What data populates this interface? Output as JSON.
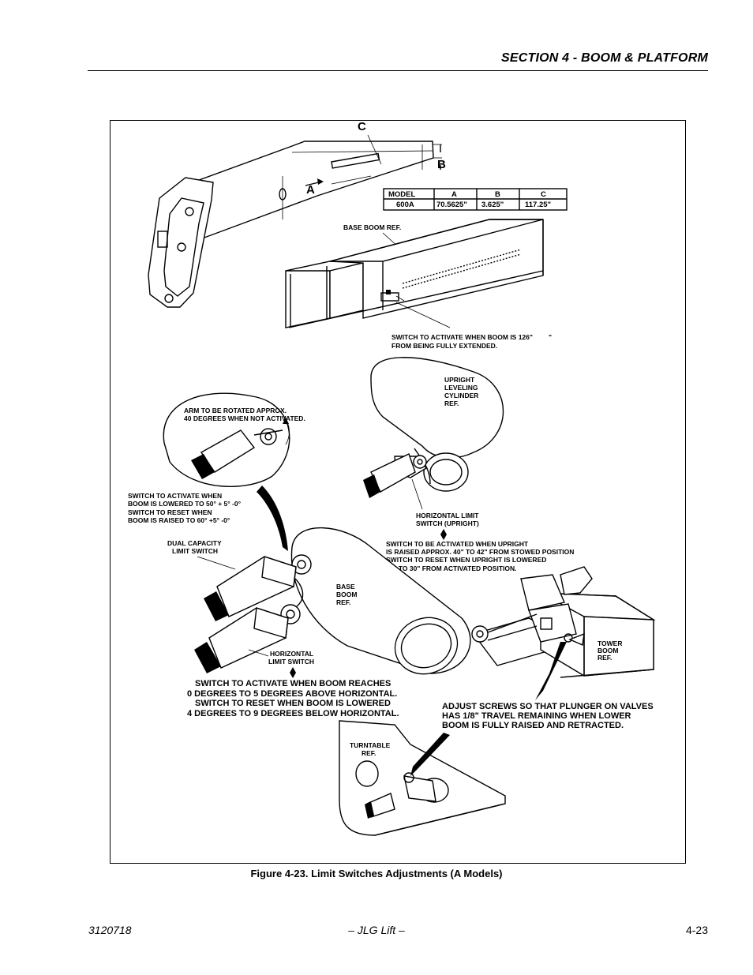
{
  "header": {
    "section_title": "SECTION 4 - BOOM & PLATFORM"
  },
  "figure": {
    "letters": {
      "a": "A",
      "b": "B",
      "c": "C"
    },
    "table": {
      "headers": [
        "MODEL",
        "A",
        "B",
        "C"
      ],
      "row": [
        "600A",
        "70.5625\"",
        "3.625\"",
        "117.25\""
      ]
    },
    "labels": {
      "base_boom_ref": "BASE BOOM REF.",
      "switch_extended_1": "SWITCH TO ACTIVATE WHEN BOOM IS 126\"",
      "switch_extended_1b": "\"",
      "switch_extended_2": "FROM BEING FULLY EXTENDED.",
      "upright_1": "UPRIGHT",
      "upright_2": "LEVELING",
      "upright_3": "CYLINDER",
      "upright_4": "REF.",
      "arm_1": "ARM TO BE ROTATED APPROX.",
      "arm_2": "40 DEGREES WHEN NOT ACTIVATED.",
      "dual_activate_1": "SWITCH TO ACTIVATE WHEN",
      "dual_activate_2": "BOOM IS LOWERED TO 50° + 5°  -0°",
      "dual_activate_3": "SWITCH TO RESET WHEN",
      "dual_activate_4": "BOOM IS RAISED TO 60°  +5°  -0°",
      "horiz_upright_1": "HORIZONTAL LIMIT",
      "horiz_upright_2": "SWITCH (UPRIGHT)",
      "dual_cap_1": "DUAL CAPACITY",
      "dual_cap_2": "LIMIT SWITCH",
      "upright_raise_1": "SWITCH TO BE ACTIVATED WHEN UPRIGHT",
      "upright_raise_2": "IS RAISED APPROX. 40\" TO 42\" FROM STOWED POSITION",
      "upright_raise_3": "SWITCH TO RESET WHEN UPRIGHT IS LOWERED",
      "upright_raise_4": "25\" TO 30\"  FROM ACTIVATED POSITION.",
      "base_boom_1": "BASE",
      "base_boom_2": "BOOM",
      "base_boom_3": "REF.",
      "tower_1": "TOWER",
      "tower_2": "BOOM",
      "tower_3": "REF.",
      "horiz_limit_1": "HORIZONTAL",
      "horiz_limit_2": "LIMIT SWITCH",
      "boom_horiz_1": "SWITCH TO ACTIVATE WHEN BOOM REACHES",
      "boom_horiz_2": "0 DEGREES TO 5 DEGREES ABOVE HORIZONTAL.",
      "boom_horiz_3": "SWITCH TO RESET WHEN BOOM IS LOWERED",
      "boom_horiz_4": "4 DEGREES TO 9 DEGREES BELOW HORIZONTAL.",
      "adjust_1": "ADJUST SCREWS SO THAT PLUNGER ON VALVES",
      "adjust_2": "HAS 1/8\" TRAVEL REMAINING WHEN LOWER",
      "adjust_3": "BOOM IS FULLY RAISED AND RETRACTED.",
      "turntable_1": "TURNTABLE",
      "turntable_2": "REF."
    }
  },
  "caption": "Figure 4-23.  Limit Switches Adjustments (A Models)",
  "footer": {
    "doc_number": "3120718",
    "center": "– JLG Lift –",
    "page": "4-23"
  }
}
